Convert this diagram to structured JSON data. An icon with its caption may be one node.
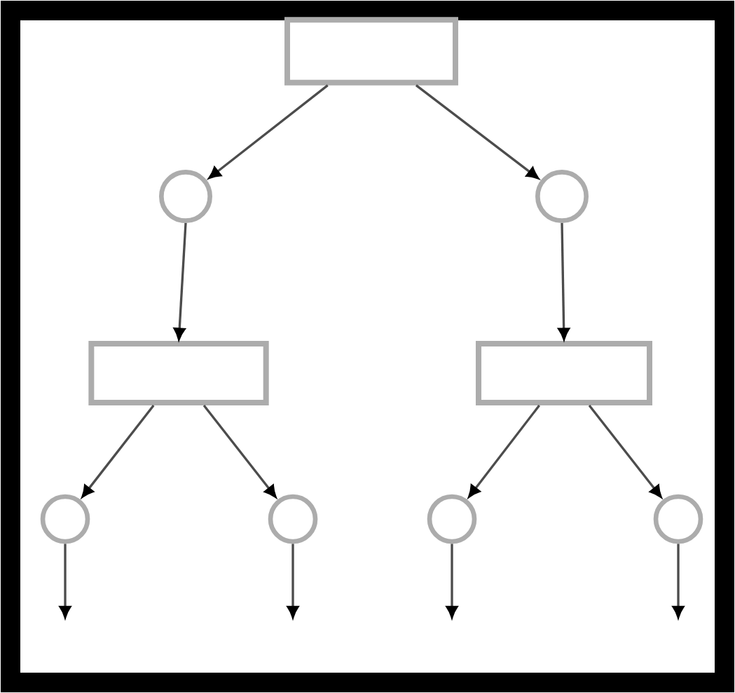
{
  "diagram": {
    "nodes": [
      {
        "text": [],
        "shape": "box"
      },
      {
        "text": [],
        "shape": "circle"
      },
      {
        "text": [],
        "shape": "circle"
      },
      {
        "text": [],
        "shape": "box"
      },
      {
        "text": [],
        "shape": "box"
      },
      {
        "text": [],
        "shape": "circle"
      },
      {
        "text": [],
        "shape": "circle"
      },
      {
        "text": [],
        "shape": "circle"
      },
      {
        "text": [],
        "shape": "circle"
      }
    ],
    "edges": [
      {
        "from": 0,
        "to": 1,
        "arrow": "to"
      },
      {
        "from": 0,
        "to": 2,
        "arrow": "to"
      },
      {
        "from": 1,
        "to": 3,
        "arrow": "to"
      },
      {
        "from": 2,
        "to": 4,
        "arrow": "to"
      },
      {
        "from": 3,
        "to": 5,
        "arrow": "to"
      },
      {
        "from": 3,
        "to": 6,
        "arrow": "to"
      },
      {
        "from": 4,
        "to": 7,
        "arrow": "to"
      },
      {
        "from": 4,
        "to": 8,
        "arrow": "to"
      },
      {
        "from": 5,
        "to": null,
        "arrow": "to"
      },
      {
        "from": 6,
        "to": null,
        "arrow": "to"
      },
      {
        "from": 7,
        "to": null,
        "arrow": "to"
      },
      {
        "from": 8,
        "to": null,
        "arrow": "to"
      }
    ]
  }
}
